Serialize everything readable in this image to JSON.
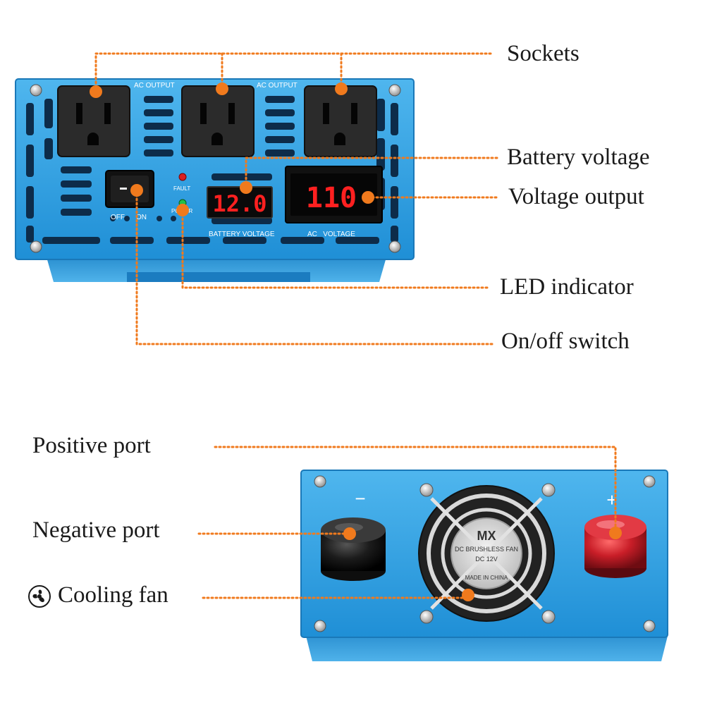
{
  "callouts": {
    "sockets": "Sockets",
    "battery_voltage": "Battery voltage",
    "voltage_output": "Voltage output",
    "led_indicator": "LED indicator",
    "on_off_switch": "On/off switch",
    "positive_port": "Positive port",
    "negative_port": "Negative port",
    "cooling_fan": "Cooling fan"
  },
  "front_panel": {
    "ac_output_label_1": "AC OUTPUT",
    "ac_output_label_2": "AC OUTPUT",
    "switch_off_label": "OFF",
    "switch_on_label": "ON",
    "fault_label": "FAULT",
    "power_label": "POWER",
    "battery_display_value": "12.0",
    "battery_display_caption": "BATTERY VOLTAGE",
    "ac_display_value": "110",
    "ac_display_caption": "AC   VOLTAGE"
  },
  "rear_panel": {
    "minus_sign": "−",
    "plus_sign": "+",
    "fan_brand": "MX",
    "fan_label_line1": "DC BRUSHLESS FAN",
    "fan_label_line2": "DC 12V",
    "fan_label_line3": "MADE IN CHINA"
  },
  "colors": {
    "housing_blue": "#2f9fe0",
    "callout_orange": "#f07a1d",
    "display_red": "#ff2020",
    "positive_terminal": "#c8202a",
    "negative_terminal": "#1e1e1e"
  }
}
